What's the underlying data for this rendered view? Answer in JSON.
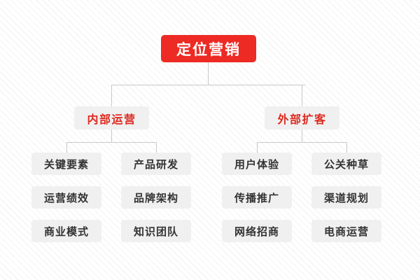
{
  "diagram": {
    "title": "定位营销",
    "root": {
      "label": "定位营销",
      "box_color": "#ed2a23",
      "text_color": "#ffffff"
    },
    "branches": [
      {
        "label": "内部运营",
        "box_color": "#f0f0f0",
        "text_color": "#de2a20",
        "columns": [
          {
            "items": [
              "关键要素",
              "运营绩效",
              "商业模式"
            ]
          },
          {
            "items": [
              "产品研发",
              "品牌架构",
              "知识团队"
            ]
          }
        ]
      },
      {
        "label": "外部扩客",
        "box_color": "#f0f0f0",
        "text_color": "#de2a20",
        "columns": [
          {
            "items": [
              "用户体验",
              "传播推广",
              "网络招商"
            ]
          },
          {
            "items": [
              "公关种草",
              "渠道规划",
              "电商运营"
            ]
          }
        ]
      }
    ],
    "leaf_style": {
      "box_color": "#f0f0f0",
      "text_color": "#333333"
    },
    "connector_color": "#c9c9c9",
    "background_color": "#ffffff"
  }
}
